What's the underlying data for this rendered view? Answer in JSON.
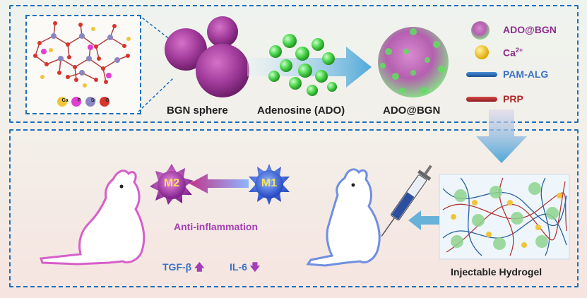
{
  "top": {
    "bgn_label": "BGN sphere",
    "ado_label": "Adenosine (ADO)",
    "adobgn_label": "ADO@BGN",
    "elements": [
      "Ca",
      "P",
      "Si",
      "O"
    ],
    "legend": {
      "adobgn": "ADO@BGN",
      "ca": "Ca",
      "ca_sup": "2+",
      "pamalg": "PAM-ALG",
      "prp": "PRP"
    }
  },
  "bottom": {
    "m2": "M2",
    "m1": "M1",
    "anti": "Anti-inflammation",
    "tgf": "TGF-β",
    "il6": "IL-6",
    "hydrogel": "Injectable Hydrogel"
  },
  "colors": {
    "panel_border": "#1f6fb8",
    "purple": "#8e2f8e",
    "blue_text": "#3a72c4",
    "magenta": "#b0357f",
    "green": "#4fd84f"
  }
}
